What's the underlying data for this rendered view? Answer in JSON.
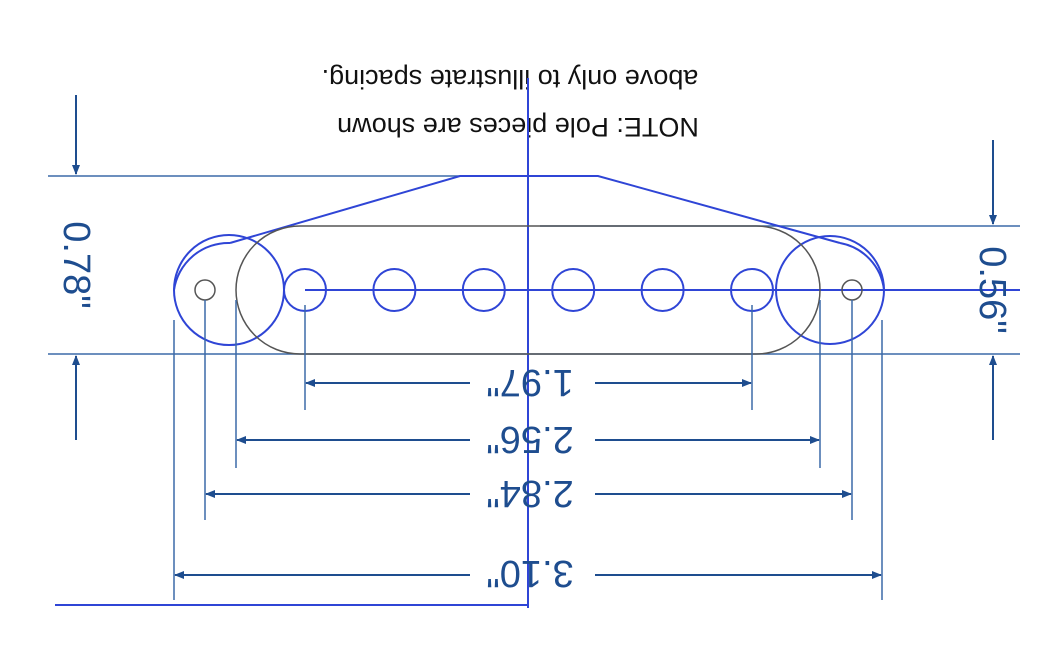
{
  "note": {
    "line1": "NOTE: Pole pieces are shown",
    "line2": "above only to illustrate spacing."
  },
  "dimensions": {
    "overall_length": "3.10\"",
    "mount_hole_spacing": "2.84\"",
    "cover_length": "2.56\"",
    "pole_span": "1.97\"",
    "overall_width": "0.78\"",
    "cover_width": "0.56\""
  },
  "pole_piece_count": 6,
  "colors": {
    "dimension_lines": "#3c6aa8",
    "dimension_text": "#1e4d8f",
    "outline": "#2f45d6",
    "body_outline": "#555555",
    "note_text": "#111111"
  }
}
